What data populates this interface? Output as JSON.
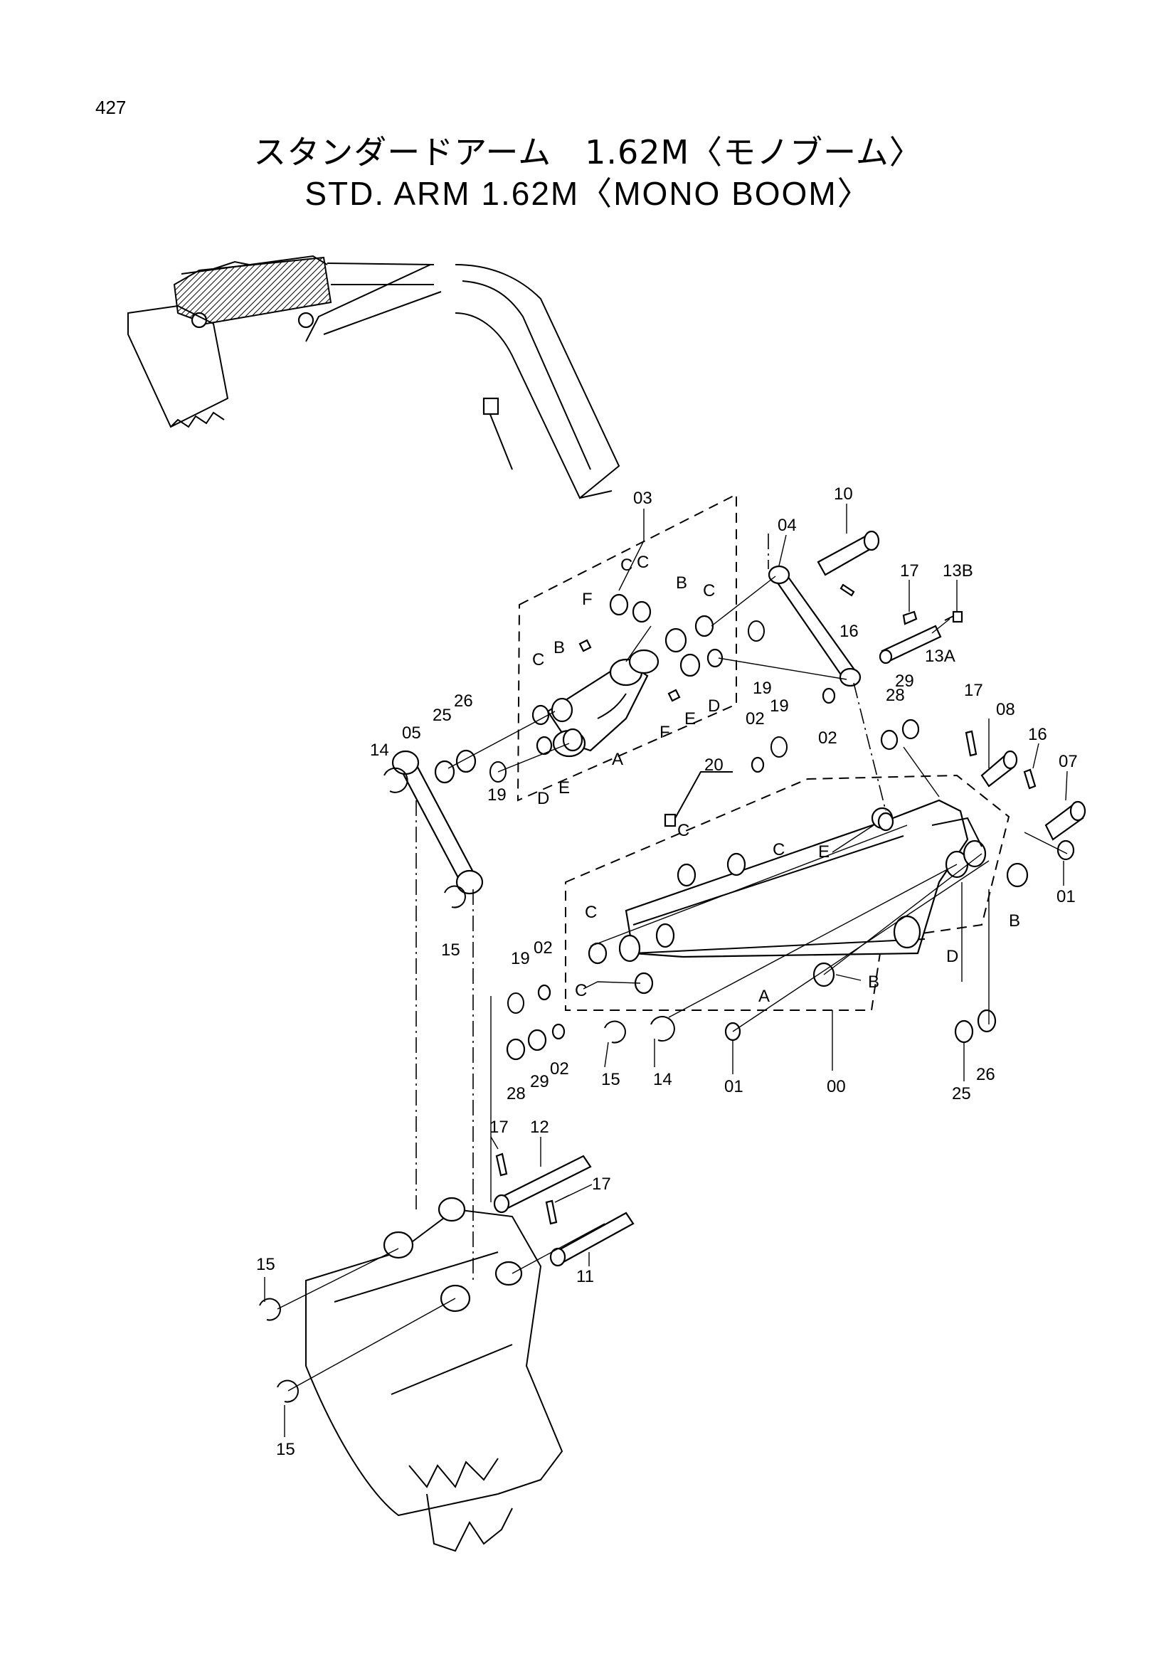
{
  "page": {
    "number": "427"
  },
  "title": {
    "japanese": "スタンダードアーム　1.62M〈モノブーム〉",
    "english": "STD. ARM  1.62M〈MONO BOOM〉"
  },
  "labels": {
    "l00": "00",
    "l01a": "01",
    "l01b": "01",
    "l02a": "02",
    "l02b": "02",
    "l02c": "02",
    "l02d": "02",
    "l03": "03",
    "l04": "04",
    "l05": "05",
    "l07": "07",
    "l08": "08",
    "l10": "10",
    "l11": "11",
    "l12": "12",
    "l13a": "13A",
    "l13b": "13B",
    "l14a": "14",
    "l14b": "14",
    "l15a": "15",
    "l15b": "15",
    "l15c": "15",
    "l15d": "15",
    "l16a": "16",
    "l16b": "16",
    "l17a": "17",
    "l17b": "17",
    "l17c": "17",
    "l17d": "17",
    "l19a": "19",
    "l19b": "19",
    "l19c": "19",
    "l19d": "19",
    "l20": "20",
    "l25a": "25",
    "l25b": "25",
    "l26a": "26",
    "l26b": "26",
    "l28a": "28",
    "l28b": "28",
    "l29a": "29",
    "l29b": "29",
    "lA1": "A",
    "lA2": "A",
    "lB1": "B",
    "lB2": "B",
    "lB3": "B",
    "lB4": "B",
    "lC1": "C",
    "lC2": "C",
    "lC3": "C",
    "lC4": "C",
    "lC5": "C",
    "lC6": "C",
    "lC7": "C",
    "lC8": "C",
    "lD1": "D",
    "lD2": "D",
    "lD3": "D",
    "lE1": "E",
    "lE2": "E",
    "lE3": "E",
    "lF1": "F",
    "lF2": "F"
  }
}
